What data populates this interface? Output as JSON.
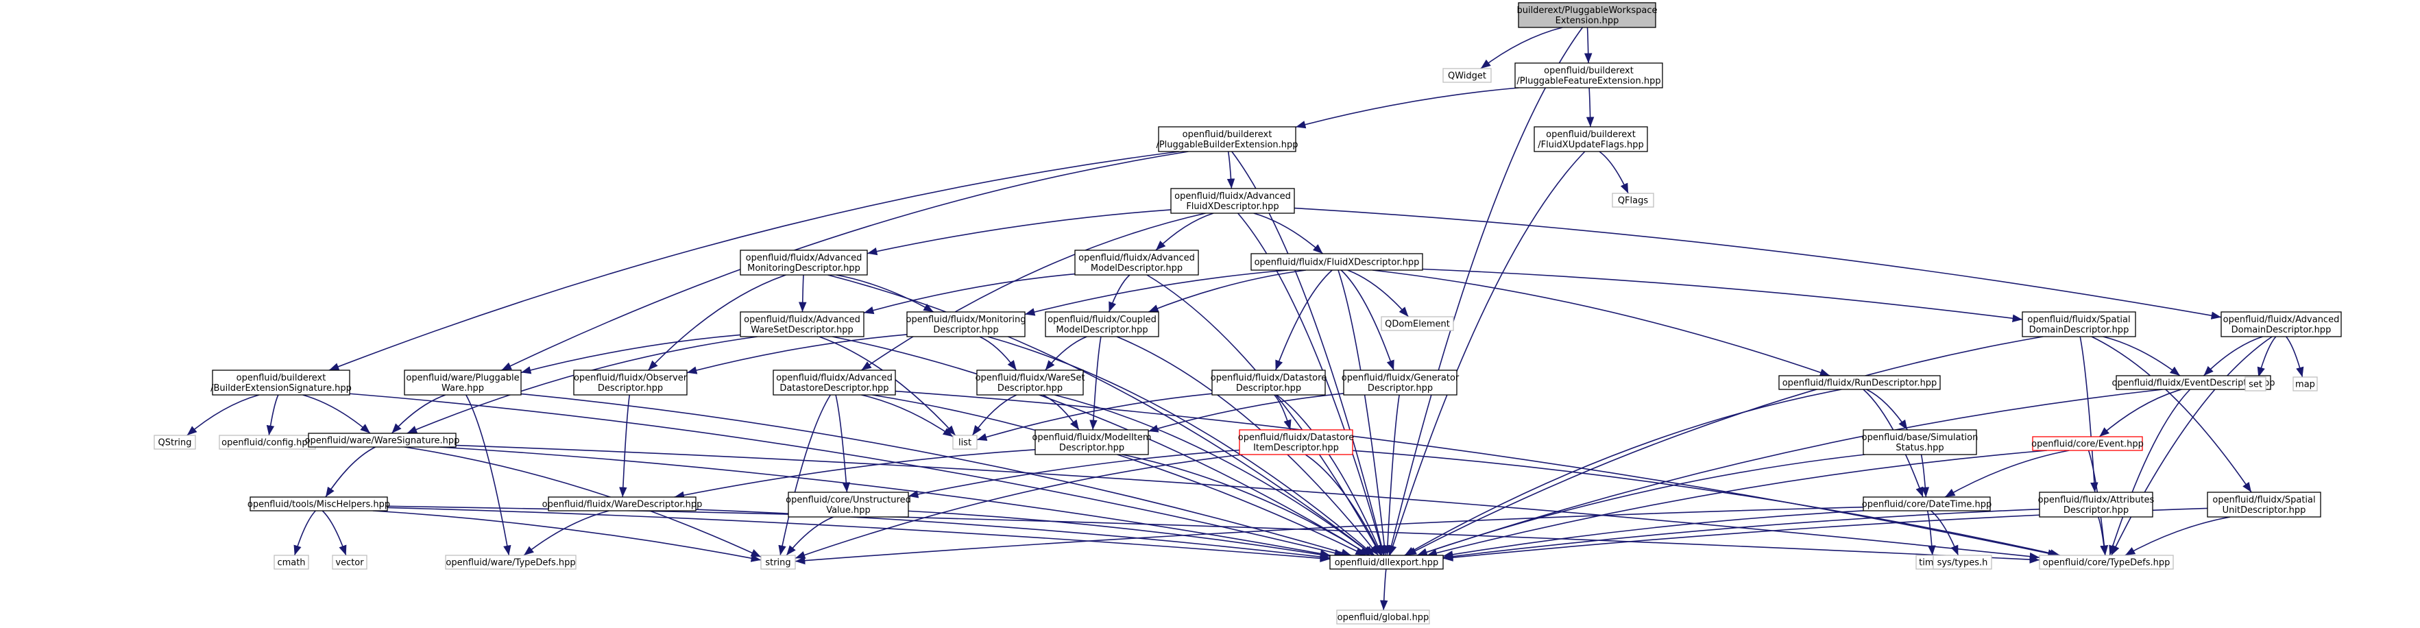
{
  "palette": {
    "edge": "#191970",
    "box_border": "#000000",
    "red_border": "#ff0000",
    "ghost_border": "#bfbfbf",
    "root_fill": "#bfbfbf",
    "text": "#000000"
  },
  "nodes": [
    {
      "id": "root",
      "lines": [
        "builderext/PluggableWorkspace",
        "Extension.hpp"
      ],
      "style": "root"
    },
    {
      "id": "qwidget",
      "lines": [
        "QWidget"
      ],
      "style": "ghost"
    },
    {
      "id": "pfe",
      "lines": [
        "openfluid/builderext",
        "/PluggableFeatureExtension.hpp"
      ],
      "style": "box"
    },
    {
      "id": "pbe",
      "lines": [
        "openfluid/builderext",
        "/PluggableBuilderExtension.hpp"
      ],
      "style": "box"
    },
    {
      "id": "fxuf",
      "lines": [
        "openfluid/builderext",
        "/FluidXUpdateFlags.hpp"
      ],
      "style": "box"
    },
    {
      "id": "qflags",
      "lines": [
        "QFlags"
      ],
      "style": "ghost"
    },
    {
      "id": "afxd",
      "lines": [
        "openfluid/fluidx/Advanced",
        "FluidXDescriptor.hpp"
      ],
      "style": "box"
    },
    {
      "id": "amonitd",
      "lines": [
        "openfluid/fluidx/Advanced",
        "MonitoringDescriptor.hpp"
      ],
      "style": "box"
    },
    {
      "id": "amodeld",
      "lines": [
        "openfluid/fluidx/Advanced",
        "ModelDescriptor.hpp"
      ],
      "style": "box"
    },
    {
      "id": "fxd",
      "lines": [
        "openfluid/fluidx/FluidXDescriptor.hpp"
      ],
      "style": "box"
    },
    {
      "id": "awsd",
      "lines": [
        "openfluid/fluidx/Advanced",
        "WareSetDescriptor.hpp"
      ],
      "style": "box"
    },
    {
      "id": "monitd",
      "lines": [
        "openfluid/fluidx/Monitoring",
        "Descriptor.hpp"
      ],
      "style": "box"
    },
    {
      "id": "cmd",
      "lines": [
        "openfluid/fluidx/Coupled",
        "ModelDescriptor.hpp"
      ],
      "style": "box"
    },
    {
      "id": "qdom",
      "lines": [
        "QDomElement"
      ],
      "style": "ghost"
    },
    {
      "id": "sdd",
      "lines": [
        "openfluid/fluidx/Spatial",
        "DomainDescriptor.hpp"
      ],
      "style": "box"
    },
    {
      "id": "add",
      "lines": [
        "openfluid/fluidx/Advanced",
        "DomainDescriptor.hpp"
      ],
      "style": "box"
    },
    {
      "id": "besig",
      "lines": [
        "openfluid/builderext",
        "/BuilderExtensionSignature.hpp"
      ],
      "style": "box"
    },
    {
      "id": "pware",
      "lines": [
        "openfluid/ware/Pluggable",
        "Ware.hpp"
      ],
      "style": "box"
    },
    {
      "id": "obsd",
      "lines": [
        "openfluid/fluidx/Observer",
        "Descriptor.hpp"
      ],
      "style": "box"
    },
    {
      "id": "adsd",
      "lines": [
        "openfluid/fluidx/Advanced",
        "DatastoreDescriptor.hpp"
      ],
      "style": "box"
    },
    {
      "id": "wsetd",
      "lines": [
        "openfluid/fluidx/WareSet",
        "Descriptor.hpp"
      ],
      "style": "box"
    },
    {
      "id": "dsd",
      "lines": [
        "openfluid/fluidx/Datastore",
        "Descriptor.hpp"
      ],
      "style": "box"
    },
    {
      "id": "gend",
      "lines": [
        "openfluid/fluidx/Generator",
        "Descriptor.hpp"
      ],
      "style": "box"
    },
    {
      "id": "rund",
      "lines": [
        "openfluid/fluidx/RunDescriptor.hpp"
      ],
      "style": "box"
    },
    {
      "id": "evd",
      "lines": [
        "openfluid/fluidx/EventDescriptor.hpp"
      ],
      "style": "box"
    },
    {
      "id": "set",
      "lines": [
        "set"
      ],
      "style": "ghost"
    },
    {
      "id": "map",
      "lines": [
        "map"
      ],
      "style": "ghost"
    },
    {
      "id": "qstring",
      "lines": [
        "QString"
      ],
      "style": "ghost"
    },
    {
      "id": "config",
      "lines": [
        "openfluid/config.hpp"
      ],
      "style": "ghost"
    },
    {
      "id": "wsig",
      "lines": [
        "openfluid/ware/WareSignature.hpp"
      ],
      "style": "box"
    },
    {
      "id": "list",
      "lines": [
        "list"
      ],
      "style": "ghost"
    },
    {
      "id": "mid",
      "lines": [
        "openfluid/fluidx/ModelItem",
        "Descriptor.hpp"
      ],
      "style": "box"
    },
    {
      "id": "dsid",
      "lines": [
        "openfluid/fluidx/Datastore",
        "ItemDescriptor.hpp"
      ],
      "style": "red"
    },
    {
      "id": "simstat",
      "lines": [
        "openfluid/base/Simulation",
        "Status.hpp"
      ],
      "style": "box"
    },
    {
      "id": "cevent",
      "lines": [
        "openfluid/core/Event.hpp"
      ],
      "style": "red"
    },
    {
      "id": "mischelp",
      "lines": [
        "openfluid/tools/MiscHelpers.hpp"
      ],
      "style": "box"
    },
    {
      "id": "wared",
      "lines": [
        "openfluid/fluidx/WareDescriptor.hpp"
      ],
      "style": "box"
    },
    {
      "id": "unstr",
      "lines": [
        "openfluid/core/Unstructured",
        "Value.hpp"
      ],
      "style": "box"
    },
    {
      "id": "datetime",
      "lines": [
        "openfluid/core/DateTime.hpp"
      ],
      "style": "box"
    },
    {
      "id": "attrd",
      "lines": [
        "openfluid/fluidx/Attributes",
        "Descriptor.hpp"
      ],
      "style": "box"
    },
    {
      "id": "sud",
      "lines": [
        "openfluid/fluidx/Spatial",
        "UnitDescriptor.hpp"
      ],
      "style": "box"
    },
    {
      "id": "cmath",
      "lines": [
        "cmath"
      ],
      "style": "ghost"
    },
    {
      "id": "vector",
      "lines": [
        "vector"
      ],
      "style": "ghost"
    },
    {
      "id": "waretd",
      "lines": [
        "openfluid/ware/TypeDefs.hpp"
      ],
      "style": "ghost"
    },
    {
      "id": "string",
      "lines": [
        "string"
      ],
      "style": "ghost"
    },
    {
      "id": "dllexport",
      "lines": [
        "openfluid/dllexport.hpp"
      ],
      "style": "box"
    },
    {
      "id": "timeh",
      "lines": [
        "time.h"
      ],
      "style": "ghost"
    },
    {
      "id": "systypes",
      "lines": [
        "sys/types.h"
      ],
      "style": "ghost"
    },
    {
      "id": "coretd",
      "lines": [
        "openfluid/core/TypeDefs.hpp"
      ],
      "style": "ghost"
    },
    {
      "id": "global",
      "lines": [
        "openfluid/global.hpp"
      ],
      "style": "ghost"
    }
  ],
  "edges": [
    [
      "root",
      "qwidget"
    ],
    [
      "root",
      "pfe"
    ],
    [
      "root",
      "dllexport"
    ],
    [
      "pfe",
      "pbe"
    ],
    [
      "pfe",
      "fxuf"
    ],
    [
      "pbe",
      "afxd"
    ],
    [
      "pbe",
      "besig"
    ],
    [
      "pbe",
      "pware"
    ],
    [
      "pbe",
      "dllexport"
    ],
    [
      "fxuf",
      "qflags"
    ],
    [
      "fxuf",
      "dllexport"
    ],
    [
      "afxd",
      "amonitd"
    ],
    [
      "afxd",
      "amodeld"
    ],
    [
      "afxd",
      "fxd"
    ],
    [
      "afxd",
      "adsd"
    ],
    [
      "afxd",
      "add"
    ],
    [
      "afxd",
      "dllexport"
    ],
    [
      "amonitd",
      "awsd"
    ],
    [
      "amonitd",
      "monitd"
    ],
    [
      "amonitd",
      "obsd"
    ],
    [
      "amonitd",
      "dllexport"
    ],
    [
      "amodeld",
      "awsd"
    ],
    [
      "amodeld",
      "cmd"
    ],
    [
      "amodeld",
      "dllexport"
    ],
    [
      "fxd",
      "monitd"
    ],
    [
      "fxd",
      "cmd"
    ],
    [
      "fxd",
      "qdom"
    ],
    [
      "fxd",
      "sdd"
    ],
    [
      "fxd",
      "dsd"
    ],
    [
      "fxd",
      "gend"
    ],
    [
      "fxd",
      "rund"
    ],
    [
      "fxd",
      "dllexport"
    ],
    [
      "awsd",
      "pware"
    ],
    [
      "awsd",
      "wsig"
    ],
    [
      "awsd",
      "list"
    ],
    [
      "awsd",
      "dllexport"
    ],
    [
      "monitd",
      "wsetd"
    ],
    [
      "monitd",
      "obsd"
    ],
    [
      "monitd",
      "dllexport"
    ],
    [
      "cmd",
      "wsetd"
    ],
    [
      "cmd",
      "mid"
    ],
    [
      "cmd",
      "dllexport"
    ],
    [
      "sdd",
      "evd"
    ],
    [
      "sdd",
      "attrd"
    ],
    [
      "sdd",
      "sud"
    ],
    [
      "sdd",
      "dllexport"
    ],
    [
      "add",
      "evd"
    ],
    [
      "add",
      "set"
    ],
    [
      "add",
      "map"
    ],
    [
      "add",
      "coretd"
    ],
    [
      "besig",
      "qstring"
    ],
    [
      "besig",
      "config"
    ],
    [
      "besig",
      "wsig"
    ],
    [
      "besig",
      "dllexport"
    ],
    [
      "pware",
      "wsig"
    ],
    [
      "pware",
      "waretd"
    ],
    [
      "pware",
      "dllexport"
    ],
    [
      "obsd",
      "wared"
    ],
    [
      "adsd",
      "list"
    ],
    [
      "adsd",
      "unstr"
    ],
    [
      "adsd",
      "string"
    ],
    [
      "adsd",
      "dllexport"
    ],
    [
      "adsd",
      "coretd"
    ],
    [
      "wsetd",
      "mid"
    ],
    [
      "wsetd",
      "list"
    ],
    [
      "wsetd",
      "dllexport"
    ],
    [
      "dsd",
      "dsid"
    ],
    [
      "dsd",
      "list"
    ],
    [
      "dsd",
      "dllexport"
    ],
    [
      "gend",
      "mid"
    ],
    [
      "gend",
      "dllexport"
    ],
    [
      "rund",
      "simstat"
    ],
    [
      "rund",
      "datetime"
    ],
    [
      "rund",
      "dllexport"
    ],
    [
      "evd",
      "cevent"
    ],
    [
      "evd",
      "dllexport"
    ],
    [
      "evd",
      "coretd"
    ],
    [
      "wsig",
      "mischelp"
    ],
    [
      "wsig",
      "string"
    ],
    [
      "wsig",
      "dllexport"
    ],
    [
      "wsig",
      "coretd"
    ],
    [
      "mid",
      "wared"
    ],
    [
      "mid",
      "dllexport"
    ],
    [
      "dsid",
      "unstr"
    ],
    [
      "dsid",
      "string"
    ],
    [
      "dsid",
      "dllexport"
    ],
    [
      "dsid",
      "coretd"
    ],
    [
      "simstat",
      "datetime"
    ],
    [
      "simstat",
      "dllexport"
    ],
    [
      "cevent",
      "datetime"
    ],
    [
      "cevent",
      "dllexport"
    ],
    [
      "cevent",
      "coretd"
    ],
    [
      "mischelp",
      "cmath"
    ],
    [
      "mischelp",
      "vector"
    ],
    [
      "mischelp",
      "string"
    ],
    [
      "mischelp",
      "dllexport"
    ],
    [
      "mischelp",
      "coretd"
    ],
    [
      "wared",
      "waretd"
    ],
    [
      "wared",
      "dllexport"
    ],
    [
      "unstr",
      "string"
    ],
    [
      "unstr",
      "dllexport"
    ],
    [
      "datetime",
      "string"
    ],
    [
      "datetime",
      "timeh"
    ],
    [
      "datetime",
      "systypes"
    ],
    [
      "datetime",
      "dllexport"
    ],
    [
      "attrd",
      "dllexport"
    ],
    [
      "attrd",
      "coretd"
    ],
    [
      "sud",
      "dllexport"
    ],
    [
      "sud",
      "coretd"
    ],
    [
      "dllexport",
      "global"
    ]
  ]
}
